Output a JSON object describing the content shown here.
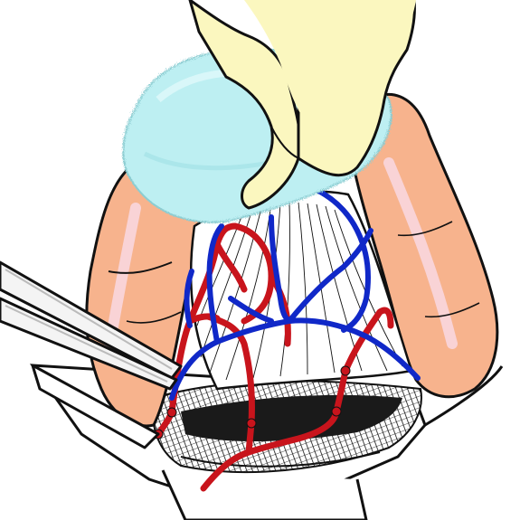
{
  "illustration": {
    "subject": "surgical-anatomy-drawing",
    "colors": {
      "background": "#ffffff",
      "outline": "#111111",
      "intestine": "#f7b38d",
      "intestine_highlight": "#f9d3d6",
      "glove": "#fbf7bf",
      "sponge": "#bdeff2",
      "mesentery": "#ffffff",
      "artery": "#c8141c",
      "vein": "#1028c8",
      "retractor": "#f4f4f4",
      "tissue_dark": "#1a1a1a"
    },
    "elements": [
      "surgeon-glove",
      "blue-sponge",
      "left-bowel-loop",
      "right-bowel-loop",
      "mesentery-fan",
      "arterial-arcade",
      "venous-arcade",
      "forceps-instrument",
      "wound-retractor",
      "incision-edge"
    ]
  }
}
